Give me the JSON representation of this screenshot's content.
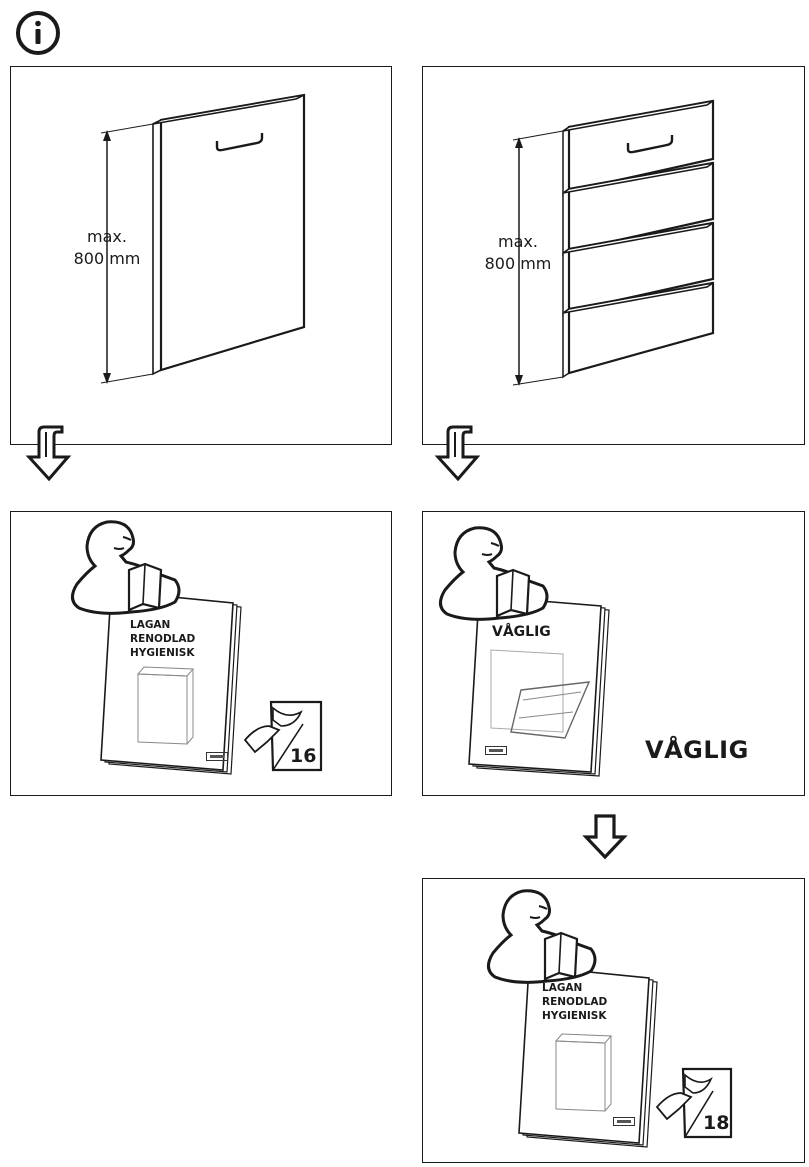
{
  "info_icon": "info-icon",
  "panels": {
    "single_door": {
      "dimension_label": "max.\n800 mm"
    },
    "drawer_front": {
      "dimension_label": "max.\n800 mm"
    }
  },
  "manuals": {
    "lagan": {
      "title": "LAGAN\nRENODLAD\nHYGIENISK",
      "page": "16"
    },
    "vaglig": {
      "title": "VÅGLIG",
      "product_name": "VÅGLIG"
    },
    "lagan_followup": {
      "title": "LAGAN\nRENODLAD\nHYGIENISK",
      "page": "18"
    }
  },
  "icons": [
    "info-icon",
    "arrow-down-icon",
    "reading-person-icon",
    "page-turn-hand-icon",
    "ikea-logo"
  ]
}
